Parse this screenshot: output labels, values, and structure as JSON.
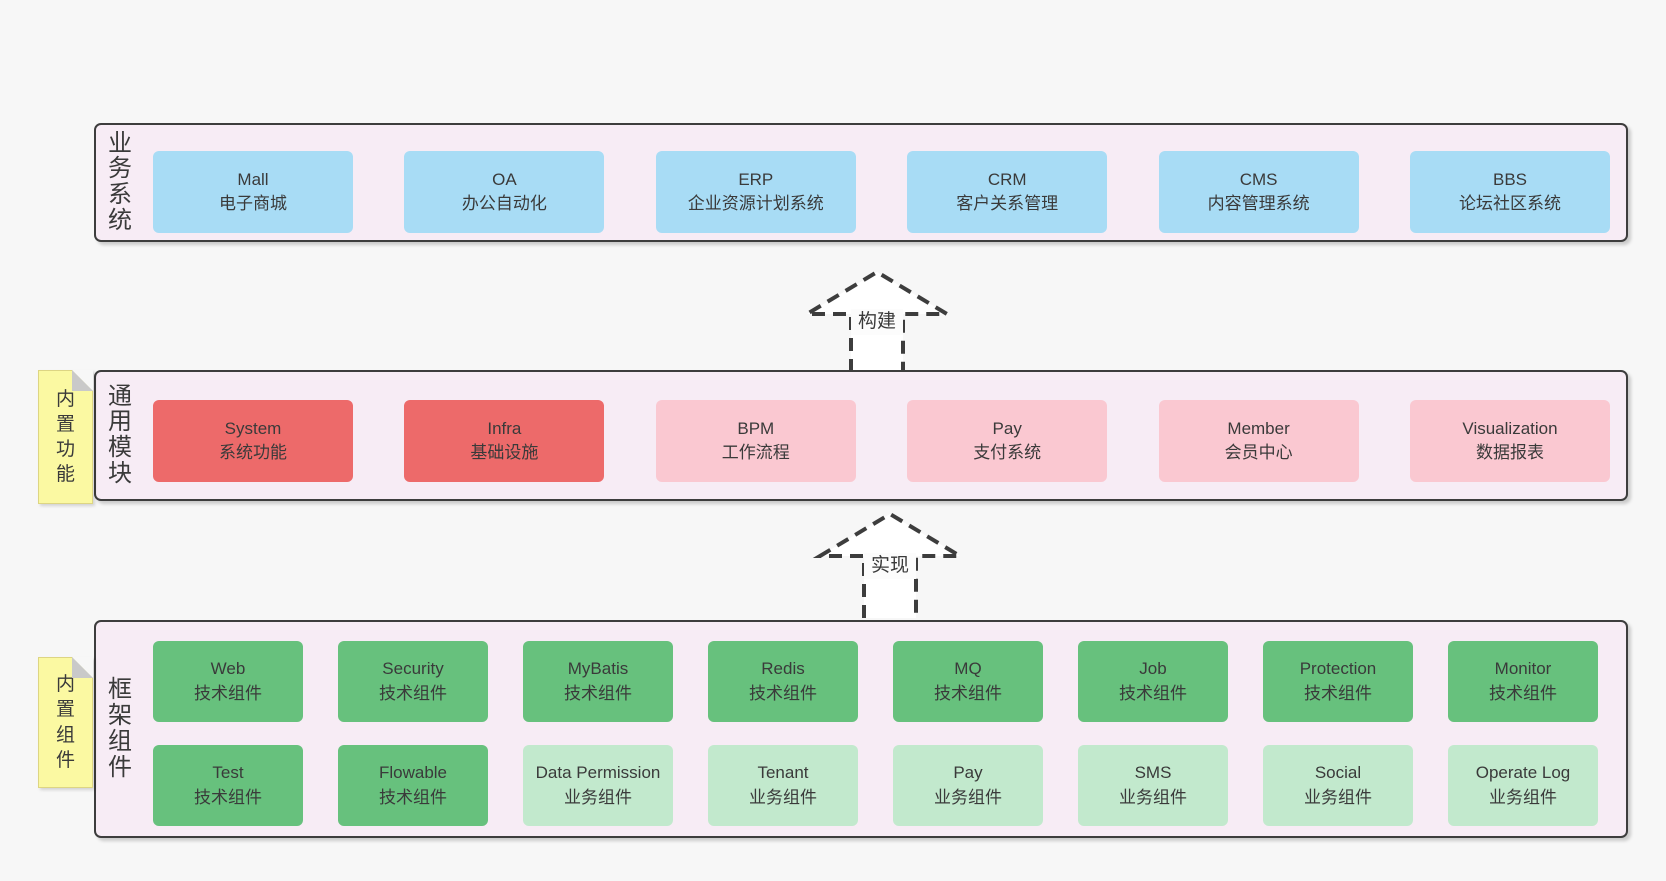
{
  "colors": {
    "page_bg": "#f7f7f7",
    "band_bg": "#f7ecf5",
    "line": "#3d3d3d",
    "note_bg": "#fbf9a2",
    "blue": "#a8dcf5",
    "red": "#ed6a6a",
    "pink": "#fac8d1",
    "green": "#67c17d",
    "green_light": "#c2e9cd"
  },
  "arrows": [
    {
      "label": "构建"
    },
    {
      "label": "实现"
    }
  ],
  "bands": [
    {
      "label": "业务系统",
      "rows": [
        [
          {
            "name": "Mall",
            "desc": "电子商城",
            "type": "blue"
          },
          {
            "name": "OA",
            "desc": "办公自动化",
            "type": "blue"
          },
          {
            "name": "ERP",
            "desc": "企业资源计划系统",
            "type": "blue"
          },
          {
            "name": "CRM",
            "desc": "客户关系管理",
            "type": "blue"
          },
          {
            "name": "CMS",
            "desc": "内容管理系统",
            "type": "blue"
          },
          {
            "name": "BBS",
            "desc": "论坛社区系统",
            "type": "blue"
          }
        ]
      ]
    },
    {
      "label": "通用模块",
      "note": "内置功能",
      "rows": [
        [
          {
            "name": "System",
            "desc": "系统功能",
            "type": "red"
          },
          {
            "name": "Infra",
            "desc": "基础设施",
            "type": "red"
          },
          {
            "name": "BPM",
            "desc": "工作流程",
            "type": "pink"
          },
          {
            "name": "Pay",
            "desc": "支付系统",
            "type": "pink"
          },
          {
            "name": "Member",
            "desc": "会员中心",
            "type": "pink"
          },
          {
            "name": "Visualization",
            "desc": "数据报表",
            "type": "pink"
          }
        ]
      ]
    },
    {
      "label": "框架组件",
      "note": "内置组件",
      "rows": [
        [
          {
            "name": "Web",
            "desc": "技术组件",
            "type": "green"
          },
          {
            "name": "Security",
            "desc": "技术组件",
            "type": "green"
          },
          {
            "name": "MyBatis",
            "desc": "技术组件",
            "type": "green"
          },
          {
            "name": "Redis",
            "desc": "技术组件",
            "type": "green"
          },
          {
            "name": "MQ",
            "desc": "技术组件",
            "type": "green"
          },
          {
            "name": "Job",
            "desc": "技术组件",
            "type": "green"
          },
          {
            "name": "Protection",
            "desc": "技术组件",
            "type": "green"
          },
          {
            "name": "Monitor",
            "desc": "技术组件",
            "type": "green"
          }
        ],
        [
          {
            "name": "Test",
            "desc": "技术组件",
            "type": "green"
          },
          {
            "name": "Flowable",
            "desc": "技术组件",
            "type": "green"
          },
          {
            "name": "Data Permission",
            "desc": "业务组件",
            "type": "green-light"
          },
          {
            "name": "Tenant",
            "desc": "业务组件",
            "type": "green-light"
          },
          {
            "name": "Pay",
            "desc": "业务组件",
            "type": "green-light"
          },
          {
            "name": "SMS",
            "desc": "业务组件",
            "type": "green-light"
          },
          {
            "name": "Social",
            "desc": "业务组件",
            "type": "green-light"
          },
          {
            "name": "Operate Log",
            "desc": "业务组件",
            "type": "green-light"
          }
        ]
      ]
    }
  ]
}
